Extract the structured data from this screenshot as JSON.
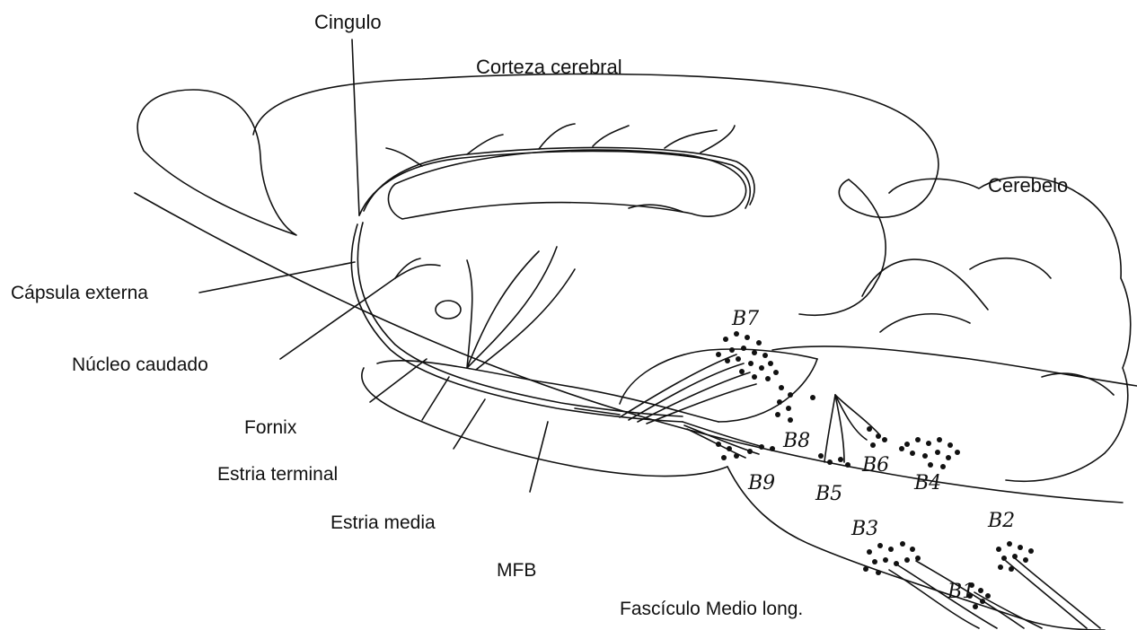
{
  "labels": {
    "cingulo": "Cingulo",
    "corteza": "Corteza cerebral",
    "cerebelo": "Cerebelo",
    "capsula": "Cápsula externa",
    "nucleo": "Núcleo caudado",
    "fornix": "Fornix",
    "estria_terminal": "Estria terminal",
    "estria_media": "Estria media",
    "mfb": "MFB",
    "fasciculo": "Fascículo Medio long."
  },
  "groups": {
    "b1": "B1",
    "b2": "B2",
    "b3": "B3",
    "b4": "B4",
    "b5": "B5",
    "b6": "B6",
    "b7": "B7",
    "b8": "B8",
    "b9": "B9"
  },
  "colors": {
    "ink": "#111111",
    "background": "#ffffff"
  }
}
